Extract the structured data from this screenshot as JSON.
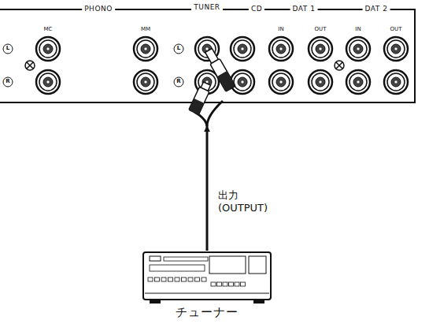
{
  "diagram": {
    "nodes": [
      {
        "text": [
          "TUNER"
        ]
      },
      {
        "text": [
          "チューナー"
        ]
      }
    ],
    "edges": [
      {
        "from": 1,
        "to": 0,
        "arrow": "to",
        "label": "出力 (OUTPUT)"
      }
    ],
    "labels": [
      "PHONO",
      "MC",
      "MM",
      "L",
      "R",
      "L",
      "R",
      "CD",
      "DAT 1",
      "IN",
      "OUT",
      "DAT 2",
      "IN",
      "OUT"
    ]
  }
}
